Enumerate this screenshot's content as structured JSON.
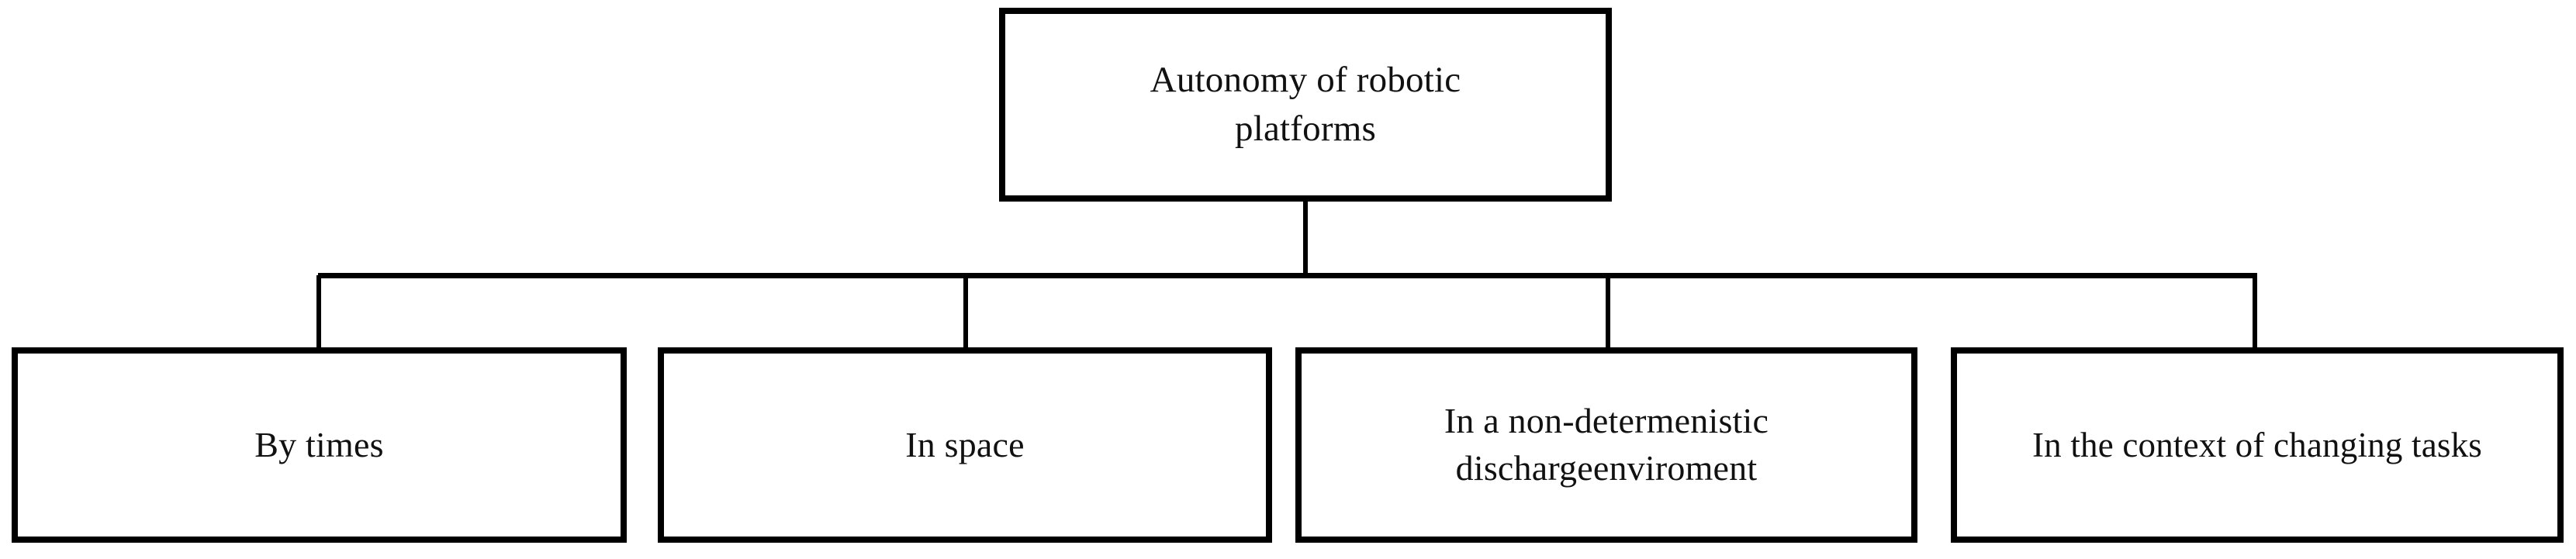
{
  "diagram": {
    "type": "hierarchy-tree",
    "orientation": "top-down",
    "title": "Autonomy of robotic platforms",
    "style": {
      "box_fill": "#ffffff",
      "box_border": "#000000",
      "text_color": "#111111",
      "connector_color": "#000000",
      "background": "#ffffff"
    },
    "root": {
      "label": "Autonomy of robotic\nplatforms",
      "line1": "Autonomy of robotic",
      "line2": "platforms"
    },
    "children": [
      {
        "label": "By times",
        "line1": "By times",
        "line2": ""
      },
      {
        "label": "In space",
        "line1": "In space",
        "line2": ""
      },
      {
        "label": "In a non-determenistic\ndischargeenviroment",
        "line1": "In a non-determenistic",
        "line2": "dischargeenviroment"
      },
      {
        "label": "In the context of changing tasks",
        "line1": "In the context of changing tasks",
        "line2": ""
      }
    ],
    "edges": [
      {
        "from": "root",
        "to": "bus",
        "kind": "vertical-stem"
      },
      {
        "from": "bus",
        "to": "By times",
        "kind": "vertical-drop"
      },
      {
        "from": "bus",
        "to": "In space",
        "kind": "vertical-drop"
      },
      {
        "from": "bus",
        "to": "In a non-determenistic dischargeenviroment",
        "kind": "vertical-drop"
      },
      {
        "from": "bus",
        "to": "In the context of changing tasks",
        "kind": "vertical-drop"
      }
    ]
  }
}
